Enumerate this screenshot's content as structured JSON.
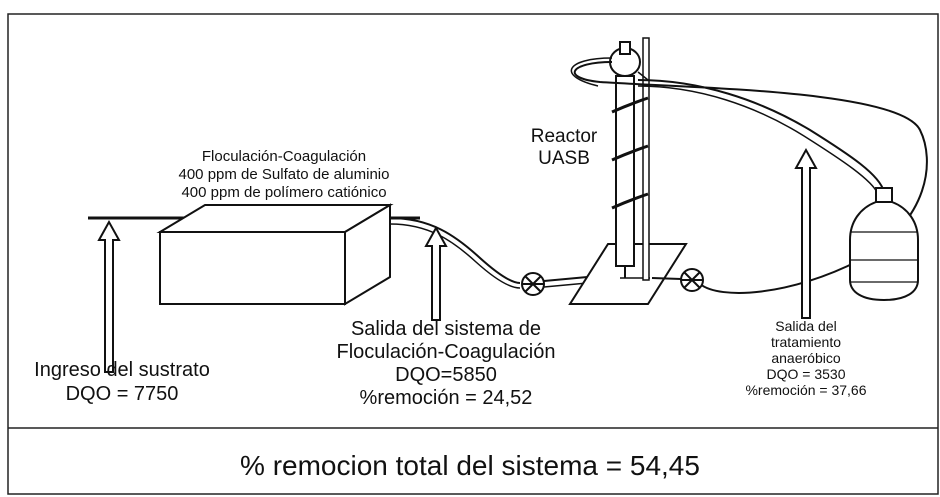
{
  "flocculation": {
    "title": "Floculación-Coagulación",
    "dose_line_1": "400 ppm de Sulfato de aluminio",
    "dose_line_2": "400 ppm de polímero catiónico"
  },
  "reactor": {
    "line_1": "Reactor",
    "line_2": "UASB"
  },
  "inlet": {
    "line_1": "Ingreso del sustrato",
    "line_2": "DQO = 7750"
  },
  "floc_outlet": {
    "line_1": "Salida del sistema de",
    "line_2": "Floculación-Coagulación",
    "line_3": "DQO=5850",
    "line_4": "%remoción = 24,52"
  },
  "anaerobic_outlet": {
    "line_1": "Salida del",
    "line_2": "tratamiento",
    "line_3": "anaeróbico",
    "line_4": "DQO = 3530",
    "line_5": "%remoción = 37,66"
  },
  "total": {
    "text": "% remocion total del sistema = 54,45"
  },
  "colors": {
    "line": "#111111",
    "background": "#ffffff"
  }
}
